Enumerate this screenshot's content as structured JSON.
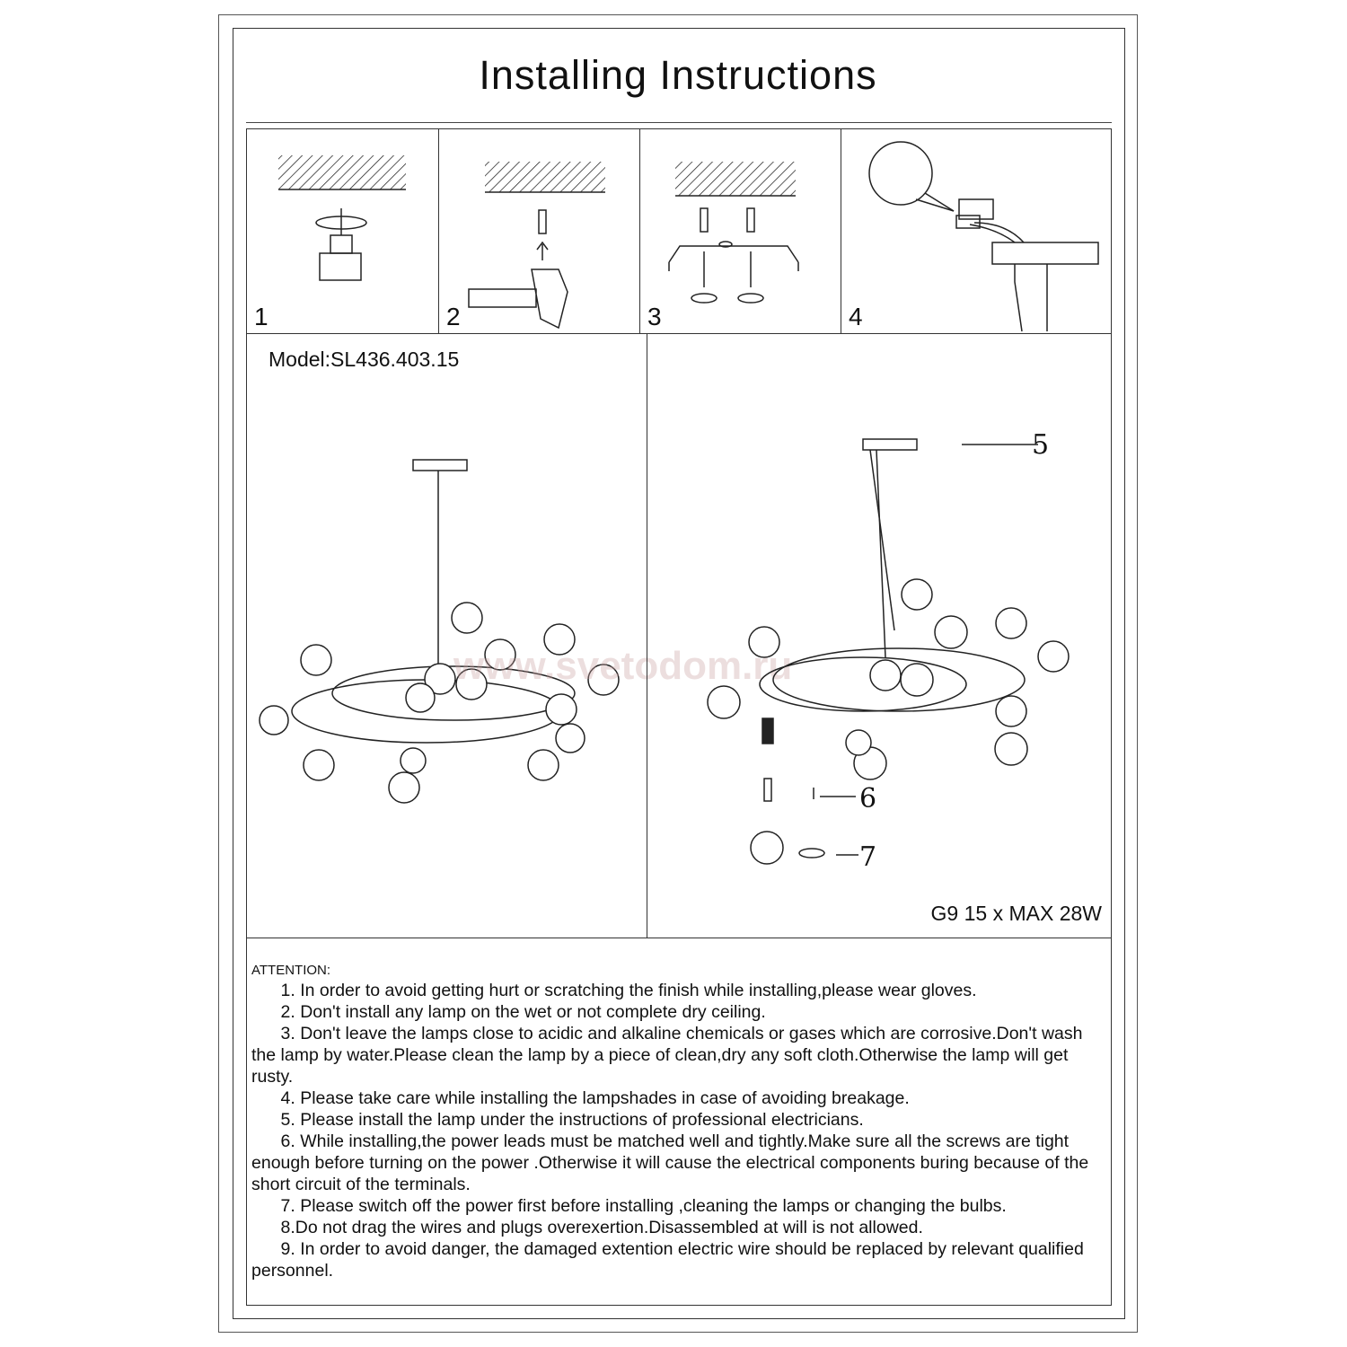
{
  "title": "Installing Instructions",
  "steps": [
    "1",
    "2",
    "3",
    "4"
  ],
  "model": "Model:SL436.403.15",
  "callouts": {
    "five": "5",
    "six": "6",
    "seven": "7"
  },
  "bulb_spec": "G9 15 x MAX 28W",
  "watermark": "www.svetodom.ru",
  "attention": {
    "heading": "ATTENTION:",
    "items": [
      "      1. In order to avoid getting hurt or scratching the finish while installing,please wear gloves.",
      "      2. Don't install any lamp on the wet or not complete dry ceiling.",
      "      3. Don't leave the lamps close to acidic and alkaline chemicals or gases which are corrosive.Don't wash the lamp by water.Please clean the lamp by a piece of clean,dry any soft cloth.Otherwise the lamp will get rusty.",
      "      4. Please take care while installing the lampshades in case of avoiding breakage.",
      "      5. Please install the lamp under the instructions of professional electricians.",
      "      6. While installing,the power leads must be matched well and tightly.Make sure all the screws are tight enough before turning on the power .Otherwise it will cause the electrical components buring because of the short circuit of the terminals.",
      "      7. Please switch off the power first before installing ,cleaning the lamps or changing the bulbs.",
      "      8.Do not drag the wires and plugs overexertion.Disassembled at will is not allowed.",
      "      9. In order to avoid danger, the damaged extention electric wire should be replaced by relevant qualified personnel."
    ]
  }
}
